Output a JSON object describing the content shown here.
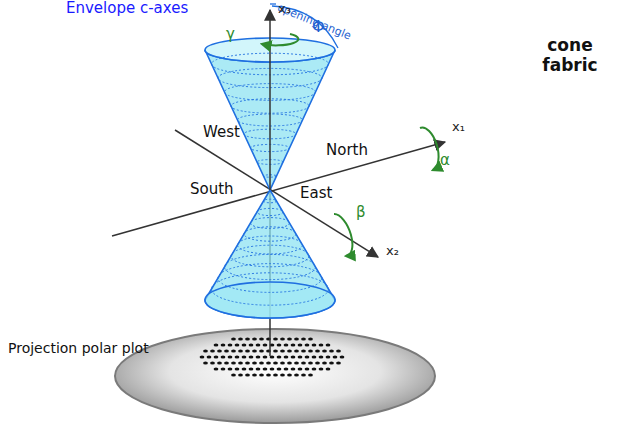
{
  "diagram": {
    "labels": [
      "Envelope c-axes",
      "opening angle",
      "Φ",
      "x₃",
      "γ",
      "cone fabric",
      "West",
      "North",
      "South",
      "East",
      "x₁",
      "α",
      "β",
      "x₂",
      "Projection polar plot"
    ]
  }
}
